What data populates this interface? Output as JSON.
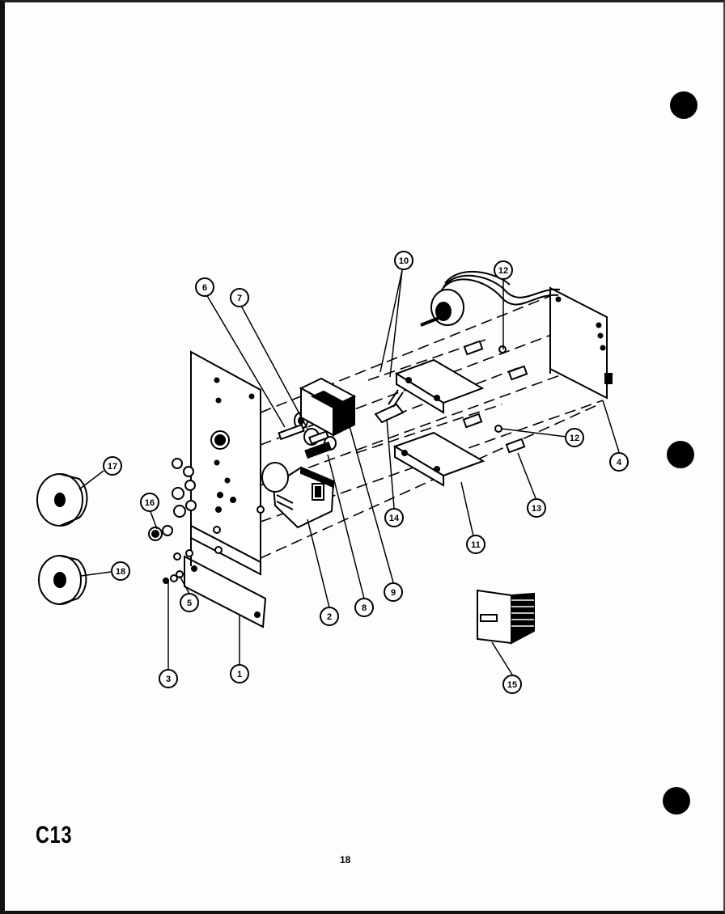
{
  "section_code": "C13",
  "page_number": "18",
  "callouts": [
    "1",
    "2",
    "3",
    "4",
    "5",
    "6",
    "7",
    "8",
    "9",
    "10",
    "11",
    "12",
    "12",
    "13",
    "14",
    "15",
    "16",
    "17",
    "18"
  ],
  "colors": {
    "ink": "#000000",
    "paper": "#fdfdfd"
  }
}
